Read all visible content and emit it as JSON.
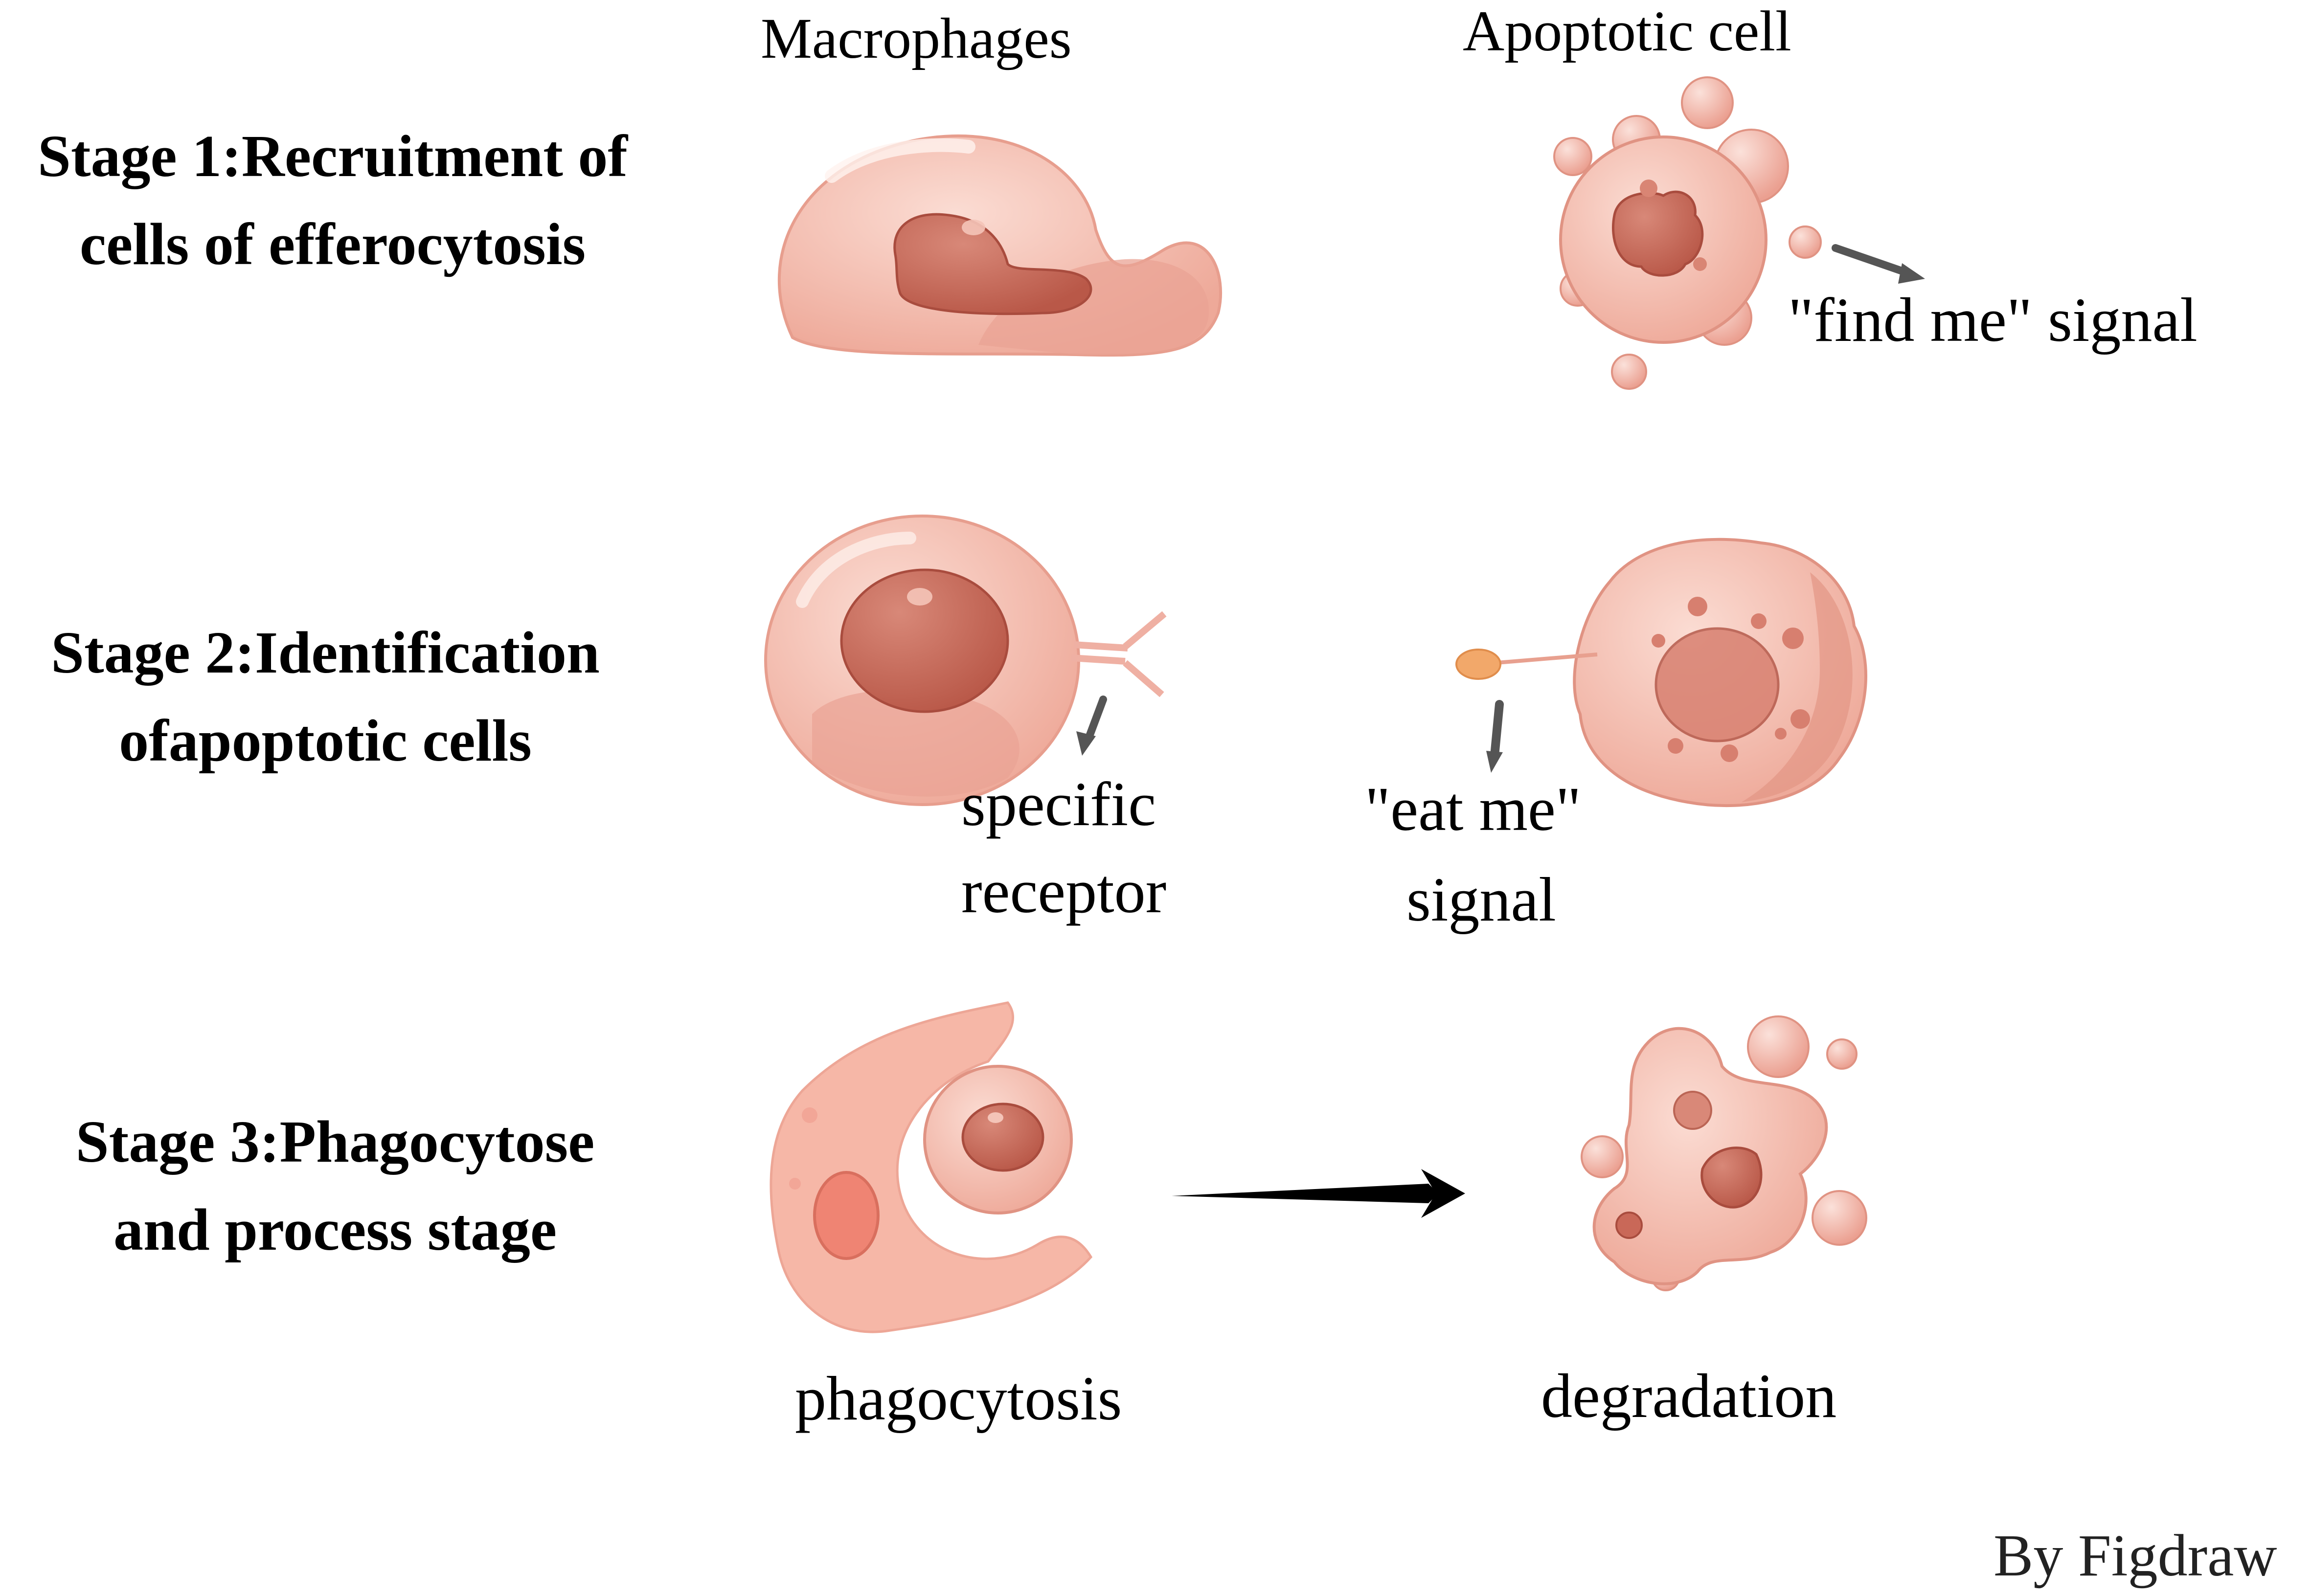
{
  "columns": {
    "macrophages": "Macrophages",
    "apoptotic": "Apoptotic cell"
  },
  "stages": [
    {
      "line1": "Stage 1:Recruitment of",
      "line2": "cells of efferocytosis"
    },
    {
      "line1": "Stage 2:Identification",
      "line2": "ofapoptotic cells"
    },
    {
      "line1": "Stage 3:Phagocytose",
      "line2": "and process stage"
    }
  ],
  "labels": {
    "find_me": "\"find me\" signal",
    "specific_receptor_1": "specific",
    "specific_receptor_2": "receptor",
    "eat_me_1": "\"eat me\"",
    "eat_me_2": "signal",
    "phagocytosis": "phagocytosis",
    "degradation": "degradation"
  },
  "credit": "By Figdraw",
  "colors": {
    "cell_light": "#f7c8bd",
    "cell_mid": "#efaea0",
    "nucleus": "#c86a5a",
    "arrow_dark": "#555555",
    "arrow_black": "#000000",
    "signal_dot": "#f2a86a"
  }
}
